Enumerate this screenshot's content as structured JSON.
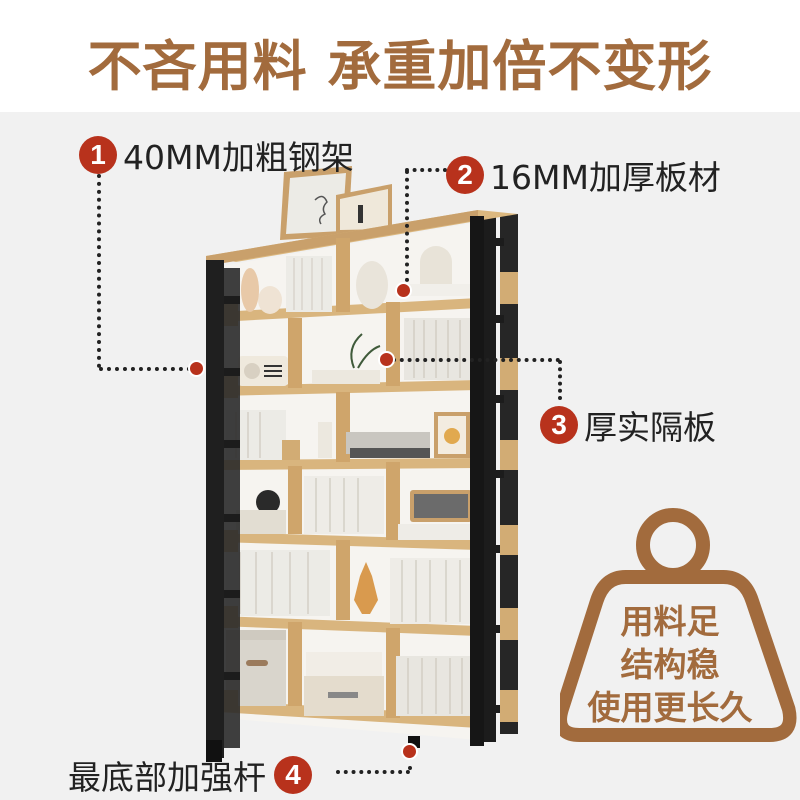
{
  "headline": "不吝用料 承重加倍不变形",
  "callouts": [
    {
      "number": "1",
      "text": "40MM加粗钢架"
    },
    {
      "number": "2",
      "text": "16MM加厚板材"
    },
    {
      "number": "3",
      "text": "厚实隔板"
    },
    {
      "number": "4",
      "text": "最底部加强杆"
    }
  ],
  "badge": {
    "lines": [
      "用料足",
      "结构稳",
      "使用更长久"
    ],
    "icon": "weight-icon"
  },
  "colors": {
    "accent_brown": "#a26b3d",
    "marker_red": "#b8321c",
    "text_dark": "#222222",
    "background": "#f1f1f1",
    "wood": "#d9b57e",
    "steel": "#1c1c1c"
  },
  "product": {
    "image": "bookshelf-illustration",
    "rows": 7,
    "shelf_decor": [
      "picture-frames",
      "books",
      "vases",
      "retro-radio",
      "turntable",
      "camera",
      "speaker",
      "storage-boxes"
    ]
  }
}
